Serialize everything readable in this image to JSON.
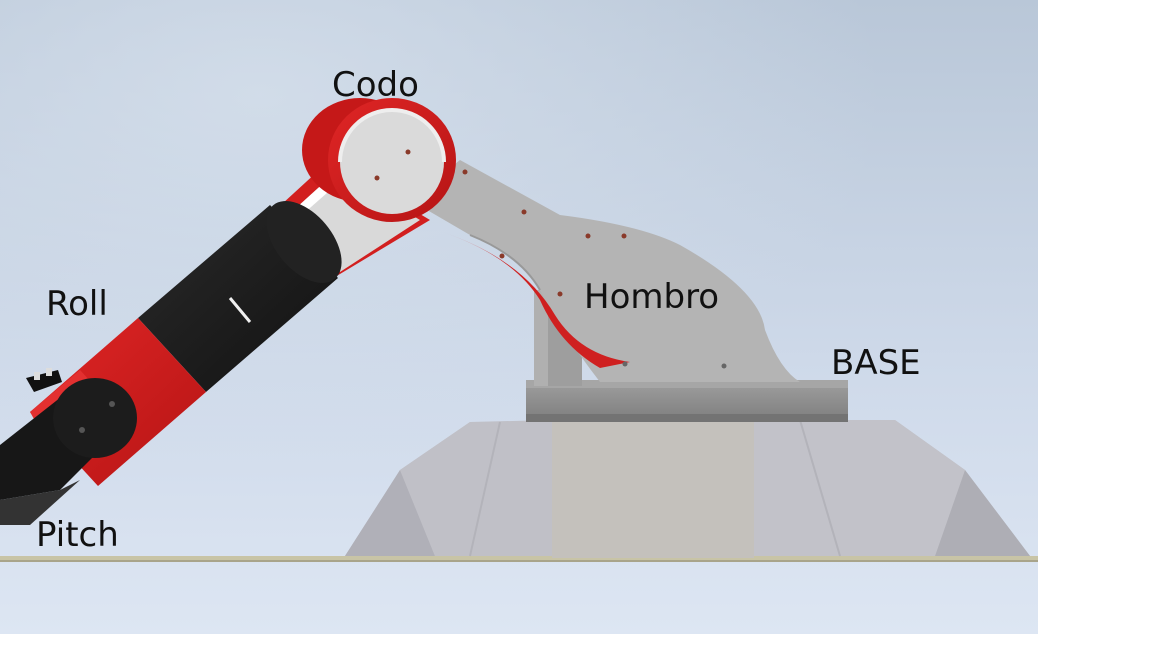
{
  "labels": {
    "codo": "Codo",
    "roll": "Roll",
    "hombro": "Hombro",
    "base": "BASE",
    "pitch": "Pitch"
  },
  "colors": {
    "background_top": "#bccadb",
    "background_bottom": "#dde6f3",
    "red": "#d41f1f",
    "black": "#1b1b1b",
    "grey_arm": "#b3b3b3",
    "base_grey": "#c4c4ca"
  }
}
